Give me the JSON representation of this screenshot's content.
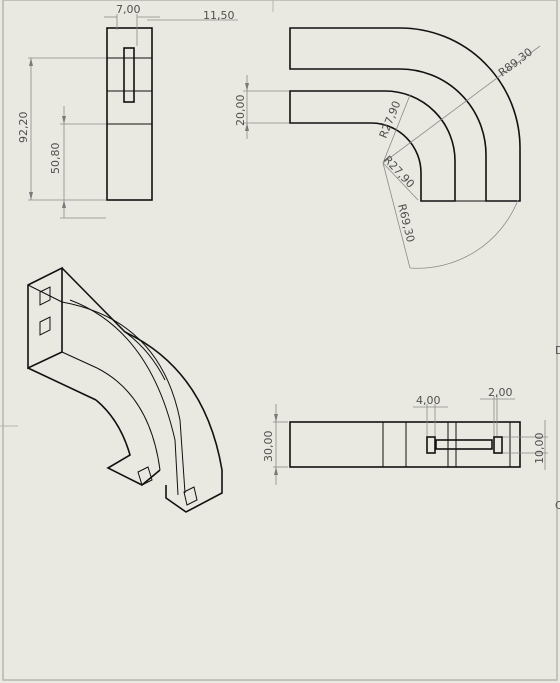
{
  "drawing": {
    "colors": {
      "background": "#e9e9e2",
      "border": "#b6b6b0",
      "object_line": "#111111",
      "dimension": "#7a7a7a"
    },
    "front_view": {
      "width_label": "7,00",
      "offset_label": "11,50",
      "total_height_label": "92,20",
      "lower_height_label": "50,80"
    },
    "top_view": {
      "height_label": "20,00",
      "r_outer_label": "R89,30",
      "r_a_label": "R27,90",
      "r_b_label": "R27,90",
      "r_c_label": "R69,30"
    },
    "bottom_view": {
      "height_label": "30,00",
      "slot_a_label": "4,00",
      "slot_b_label": "2,00",
      "right_label": "10,00"
    },
    "margin_marks": {
      "right_top": "D",
      "right_bottom": "C"
    }
  }
}
